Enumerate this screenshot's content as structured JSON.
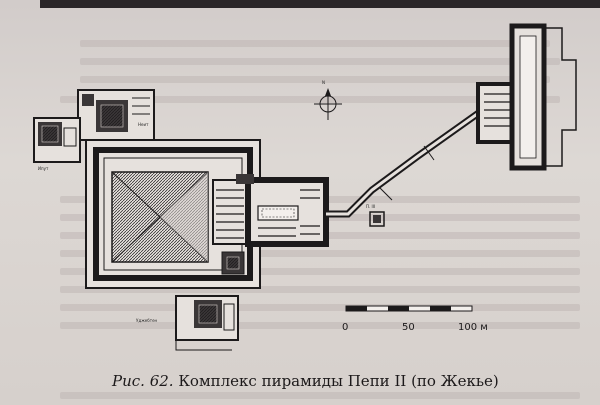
{
  "caption": {
    "label": "Рис. 62.",
    "text": "Комплекс пирамиды Пепи II (по Жекье)"
  },
  "scale": {
    "ticks": [
      "0",
      "50",
      "100 м"
    ]
  },
  "plan_labels": {
    "north_mark": "N",
    "small_label_a": "П. III",
    "queen_labels": [
      "Ипут",
      "Неит",
      "Уджебтен"
    ]
  },
  "colors": {
    "ink": "#1c1a1b",
    "paper": "#d9d3cf"
  }
}
